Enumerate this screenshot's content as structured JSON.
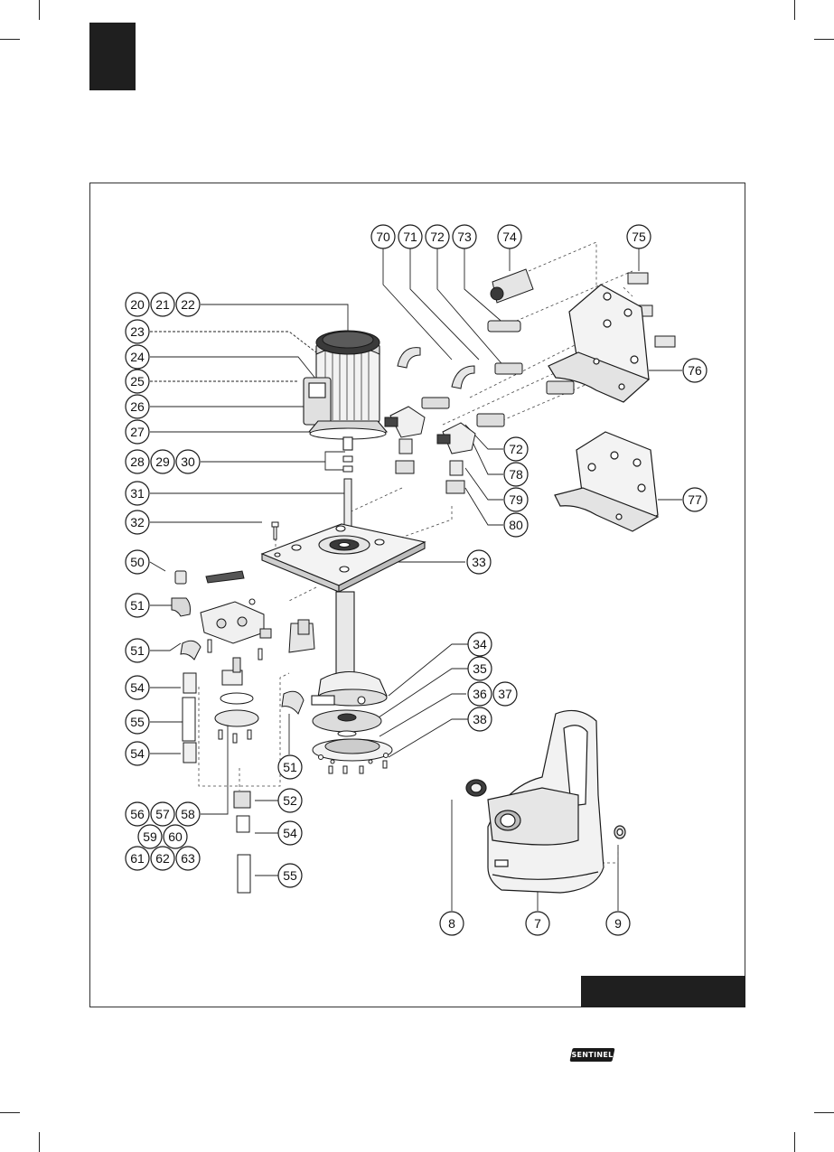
{
  "callouts": {
    "c70": "70",
    "c71": "71",
    "c72a": "72",
    "c73": "73",
    "c74": "74",
    "c75": "75",
    "c20": "20",
    "c21": "21",
    "c22": "22",
    "c23": "23",
    "c24": "24",
    "c25": "25",
    "c26": "26",
    "c27": "27",
    "c28": "28",
    "c29": "29",
    "c30": "30",
    "c31": "31",
    "c32": "32",
    "c33": "33",
    "c50": "50",
    "c51a": "51",
    "c51b": "51",
    "c51c": "51",
    "c54a": "54",
    "c55a": "55",
    "c54b": "54",
    "c54c": "54",
    "c55b": "55",
    "c56": "56",
    "c57": "57",
    "c58": "58",
    "c59": "59",
    "c60": "60",
    "c61": "61",
    "c62": "62",
    "c63": "63",
    "c52": "52",
    "c34": "34",
    "c35": "35",
    "c36": "36",
    "c37": "37",
    "c38": "38",
    "c76": "76",
    "c72b": "72",
    "c78": "78",
    "c79": "79",
    "c80": "80",
    "c77": "77",
    "c8": "8",
    "c7": "7",
    "c9": "9"
  },
  "logo": {
    "text": "SENTINEL"
  },
  "colors": {
    "ink": "#1a1a1a",
    "fill": "#ffffff",
    "part": "#e6e6e6",
    "dark": "#4a4a4a"
  }
}
